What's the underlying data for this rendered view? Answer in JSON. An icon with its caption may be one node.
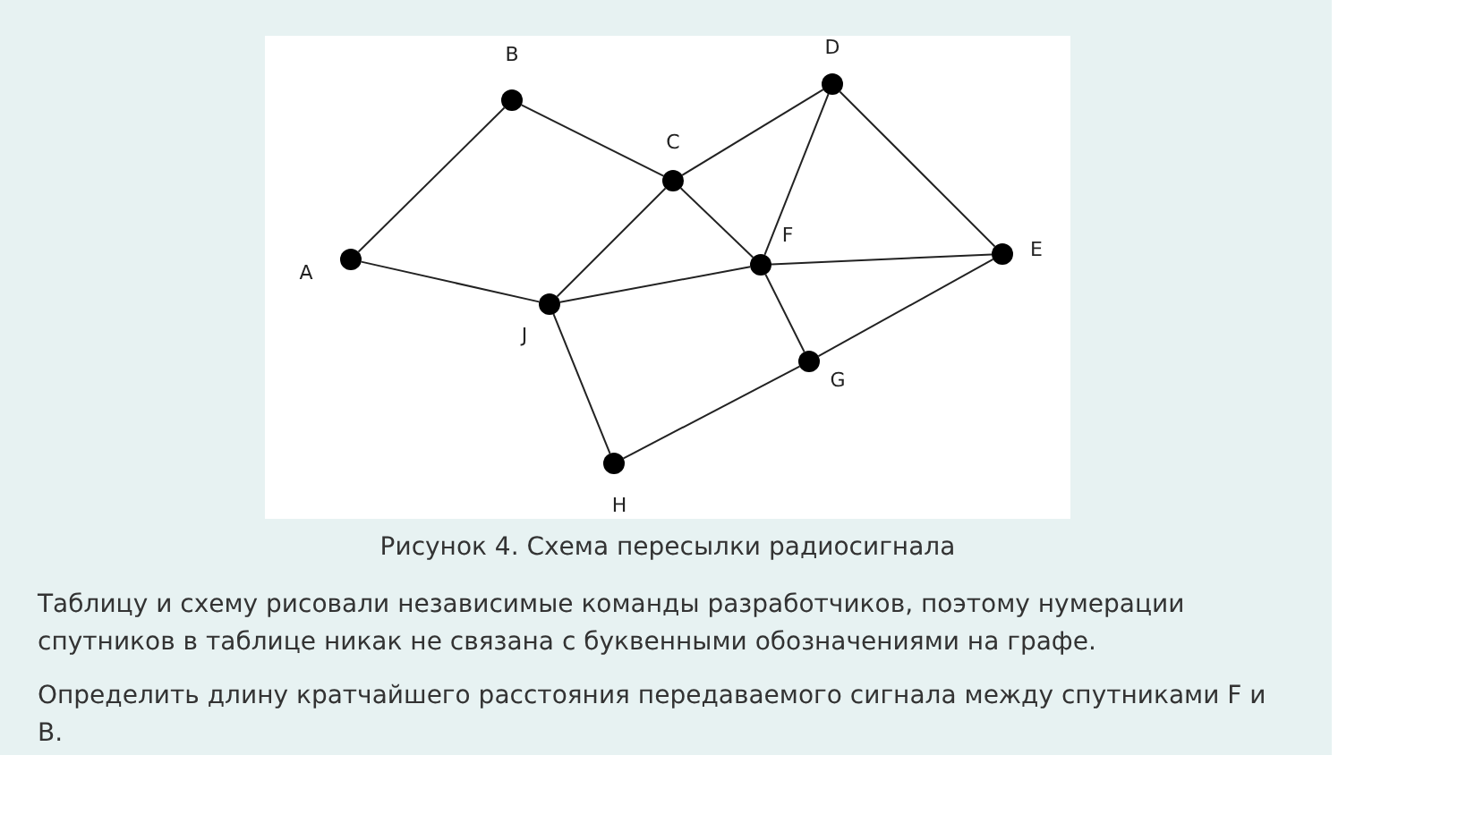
{
  "diagram": {
    "caption": "Рисунок 4. Схема пересылки радиосигнала",
    "nodes": [
      {
        "text": [
          "B"
        ]
      },
      {
        "text": [
          "D"
        ]
      },
      {
        "text": [
          "C"
        ]
      },
      {
        "text": [
          "A"
        ]
      },
      {
        "text": [
          "F"
        ]
      },
      {
        "text": [
          "E"
        ]
      },
      {
        "text": [
          "J"
        ]
      },
      {
        "text": [
          "G"
        ]
      },
      {
        "text": [
          "H"
        ]
      }
    ],
    "edges": [
      {
        "from": 3,
        "to": 0,
        "arrow": "none"
      },
      {
        "from": 0,
        "to": 2,
        "arrow": "none"
      },
      {
        "from": 2,
        "to": 1,
        "arrow": "none"
      },
      {
        "from": 1,
        "to": 5,
        "arrow": "none"
      },
      {
        "from": 3,
        "to": 6,
        "arrow": "none"
      },
      {
        "from": 6,
        "to": 2,
        "arrow": "none"
      },
      {
        "from": 2,
        "to": 4,
        "arrow": "none"
      },
      {
        "from": 1,
        "to": 4,
        "arrow": "none"
      },
      {
        "from": 6,
        "to": 4,
        "arrow": "none"
      },
      {
        "from": 4,
        "to": 5,
        "arrow": "none"
      },
      {
        "from": 6,
        "to": 8,
        "arrow": "none"
      },
      {
        "from": 8,
        "to": 7,
        "arrow": "none"
      },
      {
        "from": 7,
        "to": 5,
        "arrow": "none"
      },
      {
        "from": 4,
        "to": 7,
        "arrow": "none"
      }
    ],
    "labels": [
      "Таблицу и схему рисовали независимые команды разработчиков, поэтому нумерации спутников в таблице никак не связана с буквенными обозначениями на графе.",
      "Определить длину кратчайшего расстояния передаваемого сигнала между спутниками F и B."
    ]
  }
}
